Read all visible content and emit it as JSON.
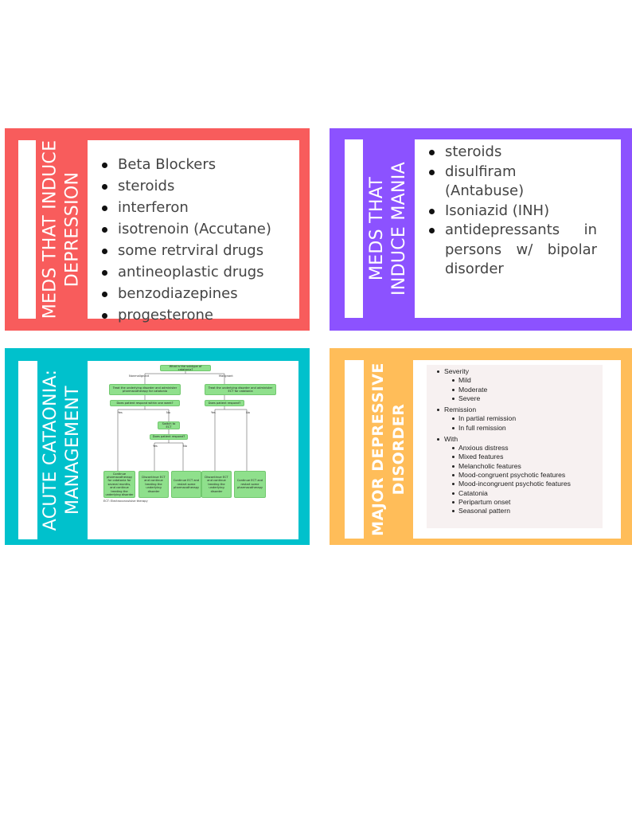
{
  "colors": {
    "red_card": "#f85c5c",
    "purple_card": "#8c52ff",
    "teal_card": "#00c1cc",
    "orange_card": "#ffbd59",
    "flow_box": "#8fe08c"
  },
  "cards": {
    "depression": {
      "title_line1": "MEDS THAT INDUCE",
      "title_line2": "DEPRESSION",
      "items": [
        "Beta Blockers",
        "steroids",
        "interferon",
        "isotrenoin (Accutane)",
        "some retrviral drugs",
        "antineoplastic drugs",
        "benzodiazepines",
        "progesterone"
      ]
    },
    "mania": {
      "title_line1": "MEDS THAT",
      "title_line2": "INDUCE MANIA",
      "items": [
        "steroids",
        "disulfiram (Antabuse)",
        "Isoniazid (INH)",
        "antidepressants in persons w/ bipolar disorder"
      ]
    },
    "catatonia": {
      "title_line1": "ACUTE CATAONIA:",
      "title_line2": "MANAGEMENT",
      "flow": {
        "q_subtype": "What is the subtype of catatonia?",
        "nonmalignant": "Nonmalignant",
        "malignant": "Malignant",
        "treat_left": "Treat the underlying disorder and administer pharmacotherapy for catatonia",
        "treat_right": "Treat the underlying disorder and administer ECT for catatonia",
        "q_respond_week": "Does patient respond within one week?",
        "q_respond": "Does patient respond?",
        "switch_ect": "Switch to ECT",
        "q_respond_mid": "Does patient respond?",
        "yes": "Yes",
        "no": "No",
        "box_continue_pharm": "Continue pharmacotherapy for catatonia for several months, and continue treating the underlying disorder",
        "box_discontinue_ect": "Discontinue ECT and continue treating the underlying disorder",
        "box_continue_ect": "Continue ECT and restart some pharmacotherapy",
        "footnote": "ECT: Electroconvulsive therapy"
      }
    },
    "mdd": {
      "title_line1": "MAJOR DEPRESSIVE",
      "title_line2": "DISORDER",
      "groups": [
        {
          "label": "Severity",
          "items": [
            "Mild",
            "Moderate",
            "Severe"
          ]
        },
        {
          "label": "Remission",
          "items": [
            "In partial remission",
            "In full remission"
          ]
        },
        {
          "label": "With",
          "items": [
            "Anxious distress",
            "Mixed features",
            "Melancholic features",
            "Mood-congruent psychotic features",
            "Mood-incongruent psychotic features",
            "Catatonia",
            "Peripartum onset",
            "Seasonal pattern"
          ]
        }
      ]
    }
  }
}
